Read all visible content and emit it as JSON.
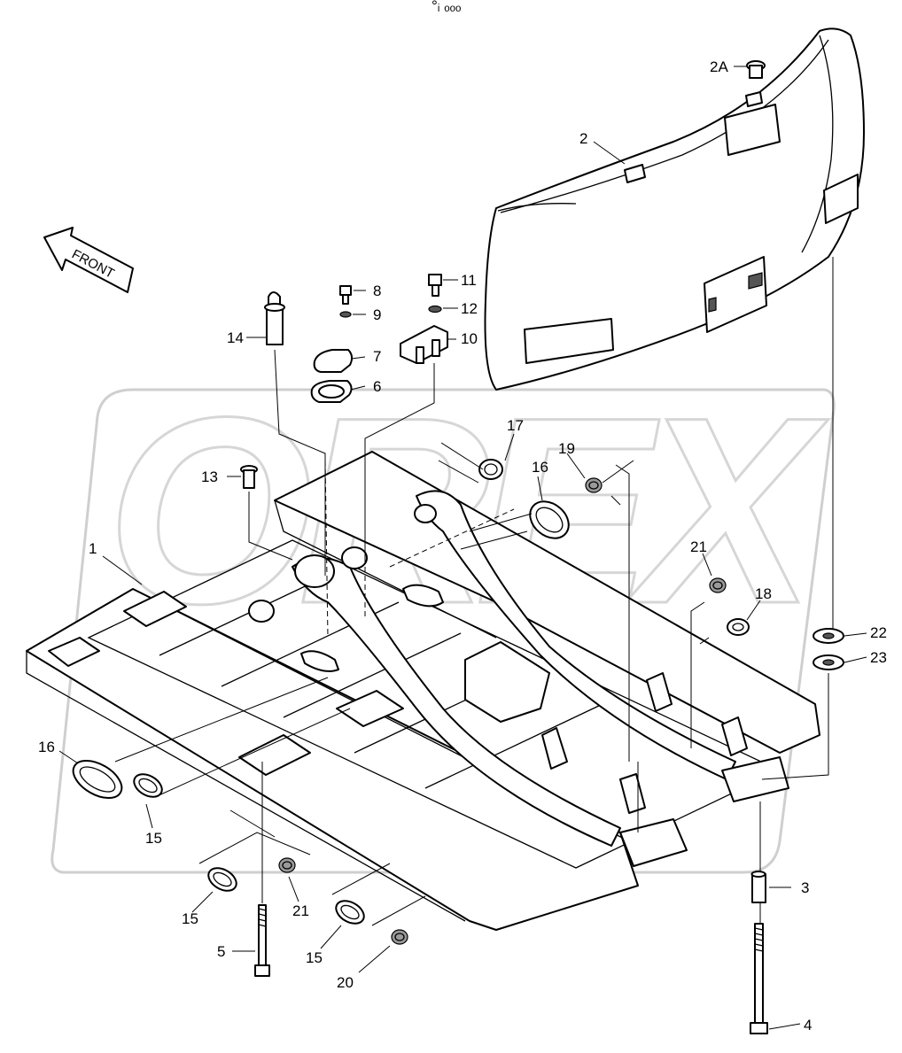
{
  "header_mark": "°ᵢ ₒₒₒ",
  "front_label": "FRONT",
  "watermark": "OREX",
  "callouts": {
    "c1": "1",
    "c2": "2",
    "c2a": "2A",
    "c3": "3",
    "c4": "4",
    "c5": "5",
    "c6": "6",
    "c7": "7",
    "c8": "8",
    "c9": "9",
    "c10": "10",
    "c11": "11",
    "c12": "12",
    "c13": "13",
    "c14": "14",
    "c15a": "15",
    "c15b": "15",
    "c15c": "15",
    "c16a": "16",
    "c16b": "16",
    "c17": "17",
    "c18": "18",
    "c19": "19",
    "c20": "20",
    "c21a": "21",
    "c21b": "21",
    "c22": "22",
    "c23": "23"
  }
}
